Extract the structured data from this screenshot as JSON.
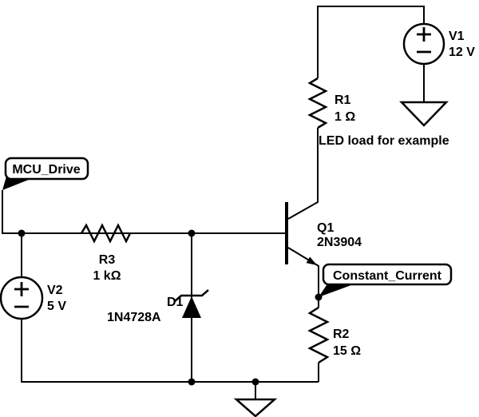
{
  "colors": {
    "ink": "#000000",
    "background": "#ffffff"
  },
  "components": {
    "v1": {
      "ref": "V1",
      "value": "12 V"
    },
    "v2": {
      "ref": "V2",
      "value": "5 V"
    },
    "r1": {
      "ref": "R1",
      "value": "1 Ω"
    },
    "r2": {
      "ref": "R2",
      "value": "15 Ω"
    },
    "r3": {
      "ref": "R3",
      "value": "1 kΩ"
    },
    "d1": {
      "ref": "D1",
      "value": "1N4728A"
    },
    "q1": {
      "ref": "Q1",
      "value": "2N3904"
    }
  },
  "flags": {
    "mcu_drive": {
      "label": "MCU_Drive"
    },
    "constant_current": {
      "label": "Constant_Current"
    }
  },
  "annotations": {
    "led_load": "LED load for example"
  }
}
